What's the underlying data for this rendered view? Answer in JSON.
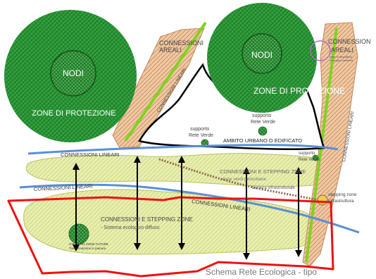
{
  "title": "Schema Rete Ecologica - tipo",
  "labels": {
    "nodi_left": "NODI",
    "zone_left": "ZONE DI PROTEZIONE",
    "nodi_right": "NODI",
    "zone_right": "ZONE DI PROTEZIONE",
    "connessioni_areali_left_1": "CONNESSIONI",
    "connessioni_areali_left_2": "AREALI",
    "connessioni_lineari_diag": "CONNESSIONI LINEARI",
    "connessioni_areali_right_1": "CONNESSION",
    "connessioni_areali_right_2": "AREALI",
    "connessioni_lineari_right": "CONNESSIONI LINEARI",
    "small_note_right_1": "Aree di riequilibrio",
    "small_note_right_2": "ecologico esistenti",
    "supporto_rete_verde_1a": "supporto",
    "supporto_rete_verde_1b": "Rete Verde",
    "supporto_rete_verde_2a": "supporto",
    "supporto_rete_verde_2b": "Rete Verde",
    "supporto_rete_verde_3a": "supporto",
    "supporto_rete_verde_3b": "Rete Verde",
    "ambito_urbano": "AMBITO URBANO O EDIFICATO",
    "connessioni_lineari_top": "CONNESSIONI LINEARI",
    "connessioni_stepping_top": "CONNESSIONI E STEPPING ZONE",
    "aree_periurbane": "- Aree verdi periurbane",
    "barriera": "barriera infrastrutturale",
    "stepping_infra_1": "stepping zone",
    "stepping_infra_2": "infrastruttura",
    "connessioni_lineari_mid": "CONNESSIONI LINEARI",
    "connessioni_lineari_low": "CONNESSIONI LINEARI",
    "connessioni_stepping_bottom": "CONNESSIONI E STEPPING ZONE",
    "sistema_ecologico": "- Sistema ecologico diffuso",
    "stepping_future_1": "STEPPING ZONE FUTURE",
    "stepping_future_2": "Trasformazione in pianura"
  },
  "colors": {
    "node_green": "#2e9e3a",
    "node_hatch": "#1d7a27",
    "areal_band": "#e8b98f",
    "corridor_line": "#7ed321",
    "urban_outline": "#000000",
    "lineari_line": "#5a8fd6",
    "patch_fill": "#e6eca0",
    "patch_border": "#a8b850",
    "arrows": "#000000",
    "red_outline": "#ee1111",
    "text_gray": "#444444",
    "text_white": "#ffffff"
  }
}
